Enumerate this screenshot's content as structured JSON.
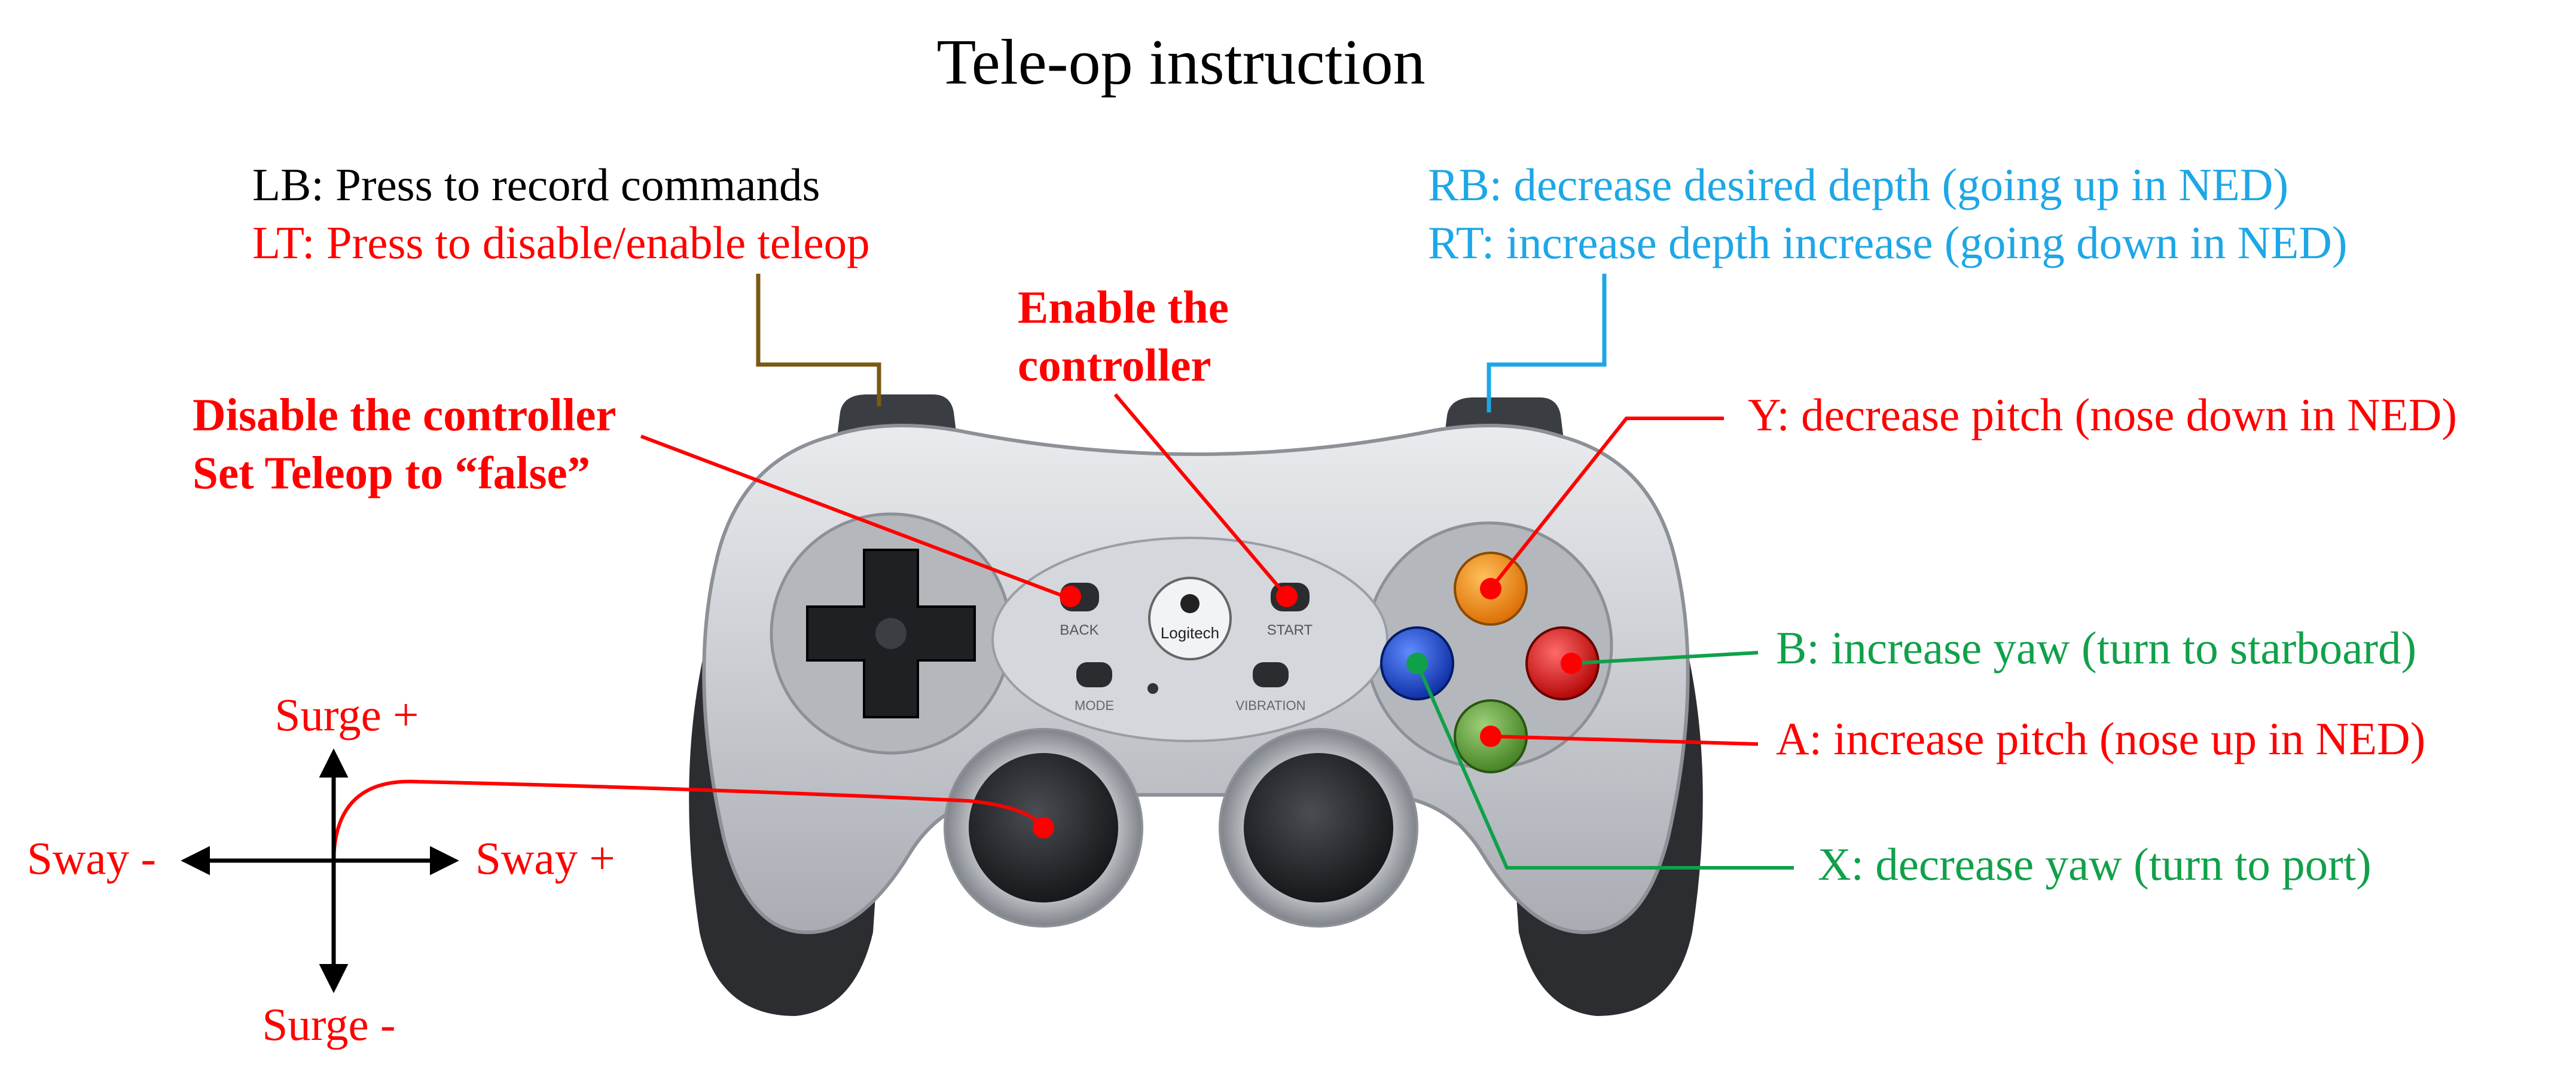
{
  "title": "Tele-op instruction",
  "colors": {
    "black": "#000000",
    "red": "#ff0000",
    "blue": "#1ea7e6",
    "green": "#11a04a",
    "brown": "#7a5a12"
  },
  "shoulder_left": {
    "lb": "LB: Press to record commands",
    "lt": "LT: Press to disable/enable teleop"
  },
  "shoulder_right": {
    "rb": "RB: decrease desired depth (going up in NED)",
    "rt": "RT: increase depth increase (going down in NED)"
  },
  "back_button": {
    "line1": "Disable the controller",
    "line2": "Set Teleop to “false”"
  },
  "start_button": {
    "line1": "Enable the",
    "line2": "controller"
  },
  "face_buttons": {
    "y": "Y: decrease pitch (nose down in NED)",
    "b": "B: increase yaw (turn to starboard)",
    "a": "A: increase pitch (nose up in NED)",
    "x": "X: decrease yaw (turn to port)"
  },
  "stick_axes": {
    "surge_plus": "Surge +",
    "surge_minus": "Surge -",
    "sway_plus": "Sway +",
    "sway_minus": "Sway -"
  },
  "controller_labels": {
    "logo": "Logitech",
    "back": "BACK",
    "start": "START",
    "mode": "MODE",
    "vibration": "VIBRATION"
  },
  "icons": [
    "arrow-up-icon",
    "arrow-down-icon",
    "arrow-left-icon",
    "arrow-right-icon",
    "dpad-icon",
    "logitech-logo-icon"
  ]
}
